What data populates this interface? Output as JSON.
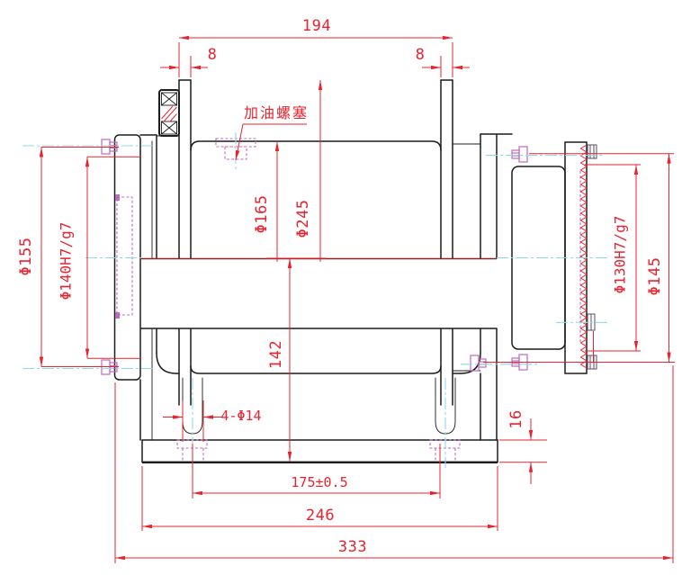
{
  "labels": {
    "oil_plug": "加油螺塞"
  },
  "dimensions": {
    "drum_outer_span": "194",
    "flange_thickness_left": "8",
    "flange_thickness_right": "8",
    "left_housing_dia": "Φ155",
    "left_fit": "Φ140H7/g7",
    "barrel_dia": "Φ165",
    "flange_dia": "Φ245",
    "right_fit": "Φ130H7/g7",
    "right_bolt_circle": "Φ145",
    "center_height": "142",
    "base_thickness": "16",
    "mount_holes": "4-Φ14",
    "hole_spacing": "175±0.5",
    "base_length": "246",
    "overall_length": "333"
  },
  "colors": {
    "dimension": "#e8232e",
    "centerline": "#8fd9e6",
    "hidden": "#bb6cbf",
    "outline": "#1c1c1c",
    "shaft_edge": "#8b2020",
    "background": "#ffffff"
  }
}
